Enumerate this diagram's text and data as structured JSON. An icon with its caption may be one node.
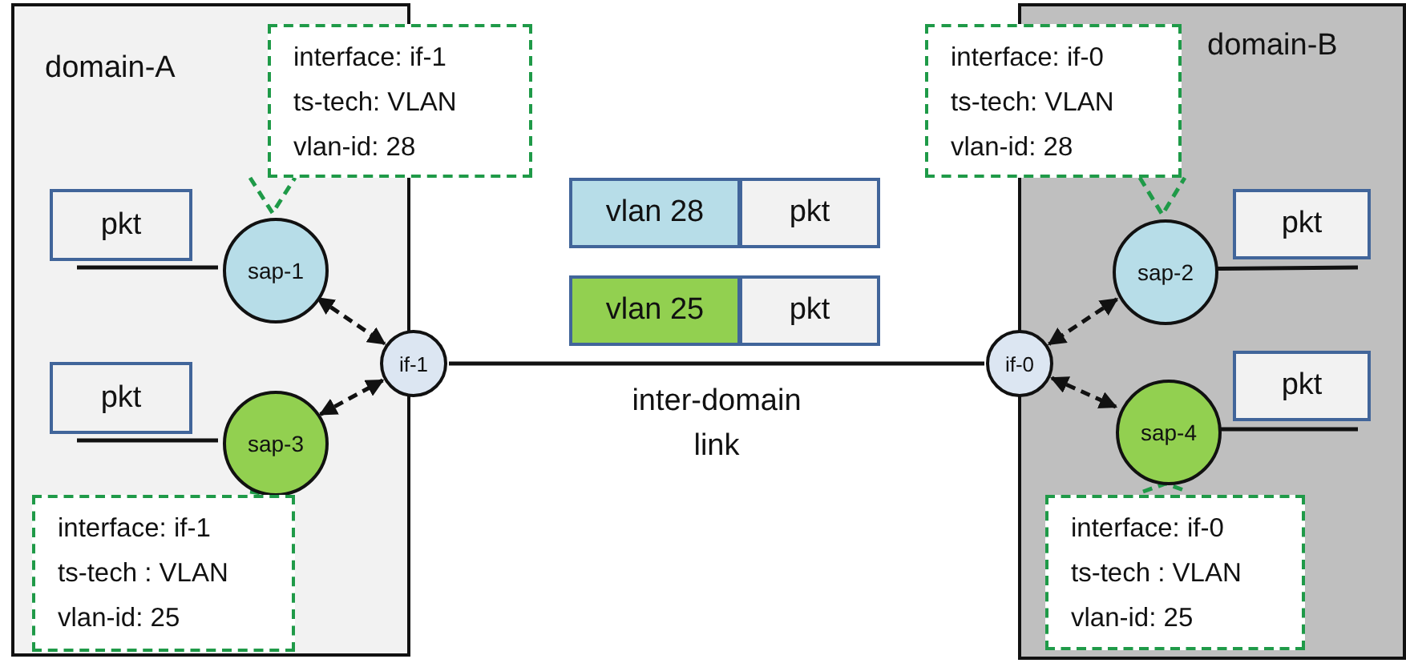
{
  "diagram": {
    "nodes": [
      {
        "text": [
          "domain-A"
        ]
      },
      {
        "text": [
          "interface: if-1",
          "ts-tech: VLAN",
          "vlan-id: 28"
        ]
      },
      {
        "text": [
          "pkt"
        ],
        "in": 0
      },
      {
        "text": [
          "sap-1"
        ],
        "in": 0
      },
      {
        "text": [
          "pkt"
        ],
        "in": 0
      },
      {
        "text": [
          "sap-3"
        ],
        "in": 0
      },
      {
        "text": [
          "interface: if-1",
          "ts-tech : VLAN",
          "vlan-id: 25"
        ],
        "in": 0
      },
      {
        "text": [
          "if-1"
        ]
      },
      {
        "text": [
          "vlan 28"
        ]
      },
      {
        "text": [
          "pkt"
        ]
      },
      {
        "text": [
          "vlan 25"
        ]
      },
      {
        "text": [
          "pkt"
        ]
      },
      {
        "text": [
          "domain-B"
        ]
      },
      {
        "text": [
          "interface: if-0",
          "ts-tech: VLAN",
          "vlan-id: 28"
        ]
      },
      {
        "text": [
          "sap-2"
        ],
        "in": 12
      },
      {
        "text": [
          "pkt"
        ],
        "in": 12
      },
      {
        "text": [
          "if-0"
        ]
      },
      {
        "text": [
          "sap-4"
        ],
        "in": 12
      },
      {
        "text": [
          "pkt"
        ],
        "in": 12
      },
      {
        "text": [
          "interface: if-0",
          "ts-tech : VLAN",
          "vlan-id: 25"
        ],
        "in": 12
      }
    ],
    "edges": [
      {
        "from": 1,
        "to": 3,
        "arrow": "none",
        "style": "dashed",
        "color": "#1f9a48"
      },
      {
        "from": 2,
        "to": 3,
        "arrow": "none"
      },
      {
        "from": 3,
        "to": 7,
        "arrow": "both",
        "style": "dashed"
      },
      {
        "from": 4,
        "to": 5,
        "arrow": "none"
      },
      {
        "from": 5,
        "to": 7,
        "arrow": "both",
        "style": "dashed"
      },
      {
        "from": 6,
        "to": 5,
        "arrow": "none",
        "style": "dashed",
        "color": "#1f9a48"
      },
      {
        "from": 7,
        "to": 16,
        "arrow": "none",
        "label": "inter-domain link"
      },
      {
        "from": 13,
        "to": 14,
        "arrow": "none",
        "style": "dashed",
        "color": "#1f9a48"
      },
      {
        "from": 14,
        "to": 16,
        "arrow": "both",
        "style": "dashed"
      },
      {
        "from": 14,
        "to": 15,
        "arrow": "none"
      },
      {
        "from": 16,
        "to": 17,
        "arrow": "both",
        "style": "dashed"
      },
      {
        "from": 17,
        "to": 18,
        "arrow": "none"
      },
      {
        "from": 19,
        "to": 17,
        "arrow": "none",
        "style": "dashed",
        "color": "#1f9a48"
      }
    ]
  }
}
